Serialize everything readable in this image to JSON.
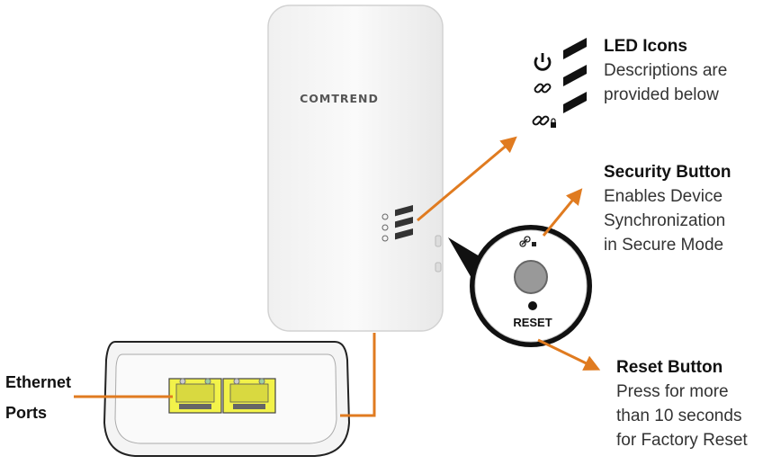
{
  "brand": "COMTREND",
  "reset_text": "RESET",
  "callouts": {
    "led": {
      "title": "LED Icons",
      "lines": [
        "Descriptions are",
        "provided below"
      ]
    },
    "security": {
      "title": "Security Button",
      "lines": [
        "Enables Device",
        "Synchronization",
        "in Secure Mode"
      ]
    },
    "reset": {
      "title": "Reset Button",
      "lines": [
        "Press for more",
        "than 10 seconds",
        "for Factory Reset"
      ]
    },
    "ethernet": {
      "lines": [
        "Ethernet",
        "Ports"
      ]
    }
  },
  "icons": [
    "power-icon",
    "link-icon",
    "secure-link-icon"
  ],
  "colors": {
    "accent": "#e07b20",
    "port": "#f2f24a",
    "device": "#f3f3f3"
  }
}
